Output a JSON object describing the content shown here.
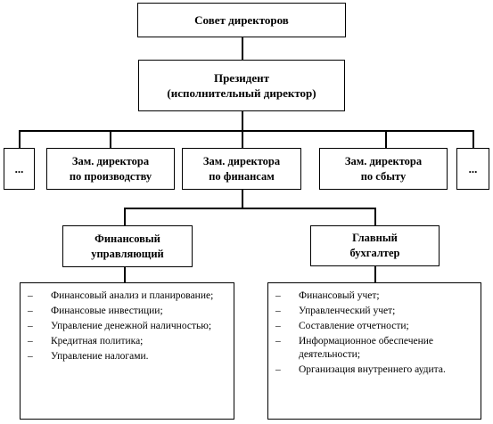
{
  "board": "Совет директоров",
  "president": {
    "line1": "Президент",
    "line2": "(исполнительный директор)"
  },
  "deputies": {
    "left_more": "...",
    "production": {
      "line1": "Зам. директора",
      "line2": "по производству"
    },
    "finance": {
      "line1": "Зам. директора",
      "line2": "по финансам"
    },
    "sales": {
      "line1": "Зам. директора",
      "line2": "по сбыту"
    },
    "right_more": "..."
  },
  "financial_manager": {
    "line1": "Финансовый",
    "line2": "управляющий",
    "duties": [
      "Финансовый анализ и планирование;",
      "Финансовые инвестиции;",
      "Управление денежной наличностью;",
      "Кредитная политика;",
      "Управление налогами."
    ]
  },
  "chief_accountant": {
    "line1": "Главный",
    "line2": "бухгалтер",
    "duties": [
      "Финансовый учет;",
      "Управленческий учет;",
      "Составление отчетности;",
      "Информационное обеспечение деятельности;",
      "Организация внутреннего аудита."
    ]
  }
}
